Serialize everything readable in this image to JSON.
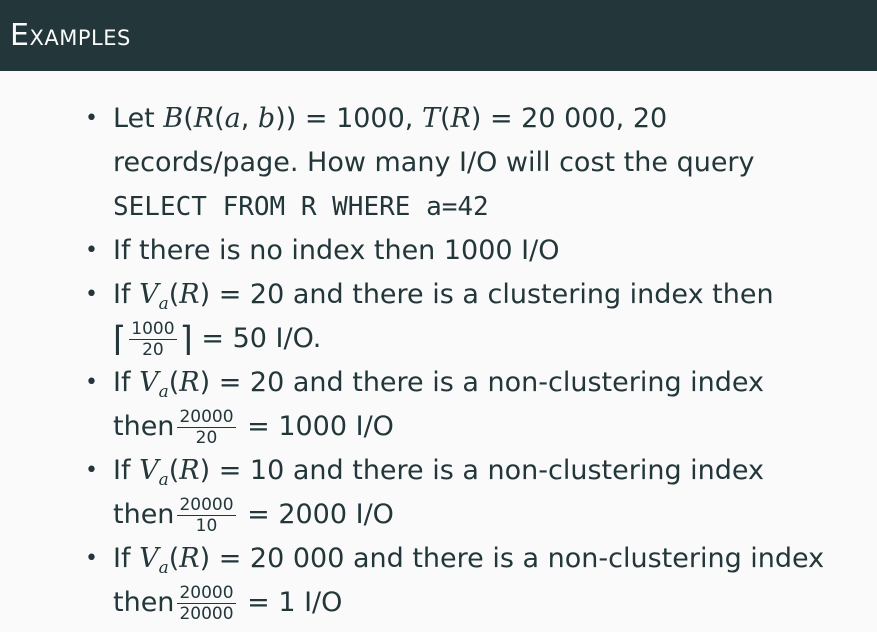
{
  "header": {
    "title": "Examples"
  },
  "bullets": [
    {
      "lines": [
        {
          "a": "Let ",
          "b": "B",
          "c": "(",
          "d": "R",
          "e": "(",
          "f": "a",
          "g": ", ",
          "h": "b",
          "i": ")) = 1000, ",
          "j": "T",
          "k": "(",
          "l": "R",
          "m": ") = 20 000, 20"
        },
        {
          "text": "records/page. How many I/O will cost the query"
        },
        {
          "text": "SELECT FROM R WHERE a=42"
        }
      ]
    },
    {
      "lines": [
        {
          "text": "If there is no index then 1000 I/O"
        }
      ]
    },
    {
      "lines": [
        {
          "pre": "If ",
          "v": "V",
          "sub": "a",
          "p1": "(",
          "r": "R",
          "post": ") = 20 and there is a clustering index then"
        },
        {
          "ceil_open": "⌈",
          "num": "1000",
          "den": "20",
          "ceil_close": "⌉",
          "post": " = 50 I/O."
        }
      ]
    },
    {
      "lines": [
        {
          "pre": "If ",
          "v": "V",
          "sub": "a",
          "p1": "(",
          "r": "R",
          "post": ") = 20 and there is a non-clustering index"
        },
        {
          "pre": "then",
          "num": "20000",
          "den": "20",
          "post": " = 1000 I/O"
        }
      ]
    },
    {
      "lines": [
        {
          "pre": "If ",
          "v": "V",
          "sub": "a",
          "p1": "(",
          "r": "R",
          "post": ") = 10 and there is a non-clustering index"
        },
        {
          "pre": "then",
          "num": "20000",
          "den": "10",
          "post": " = 2000 I/O"
        }
      ]
    },
    {
      "lines": [
        {
          "pre": "If ",
          "v": "V",
          "sub": "a",
          "p1": "(",
          "r": "R",
          "post": ") = 20 000 and there is a non-clustering index"
        },
        {
          "pre": "then",
          "num": "20000",
          "den": "20000",
          "post": " = 1 I/O"
        }
      ]
    }
  ],
  "bullet_glyph": "•",
  "colors": {
    "header_bg": "#23373b",
    "header_fg": "#fafafa",
    "text": "#23373b",
    "background": "#fafafa"
  }
}
